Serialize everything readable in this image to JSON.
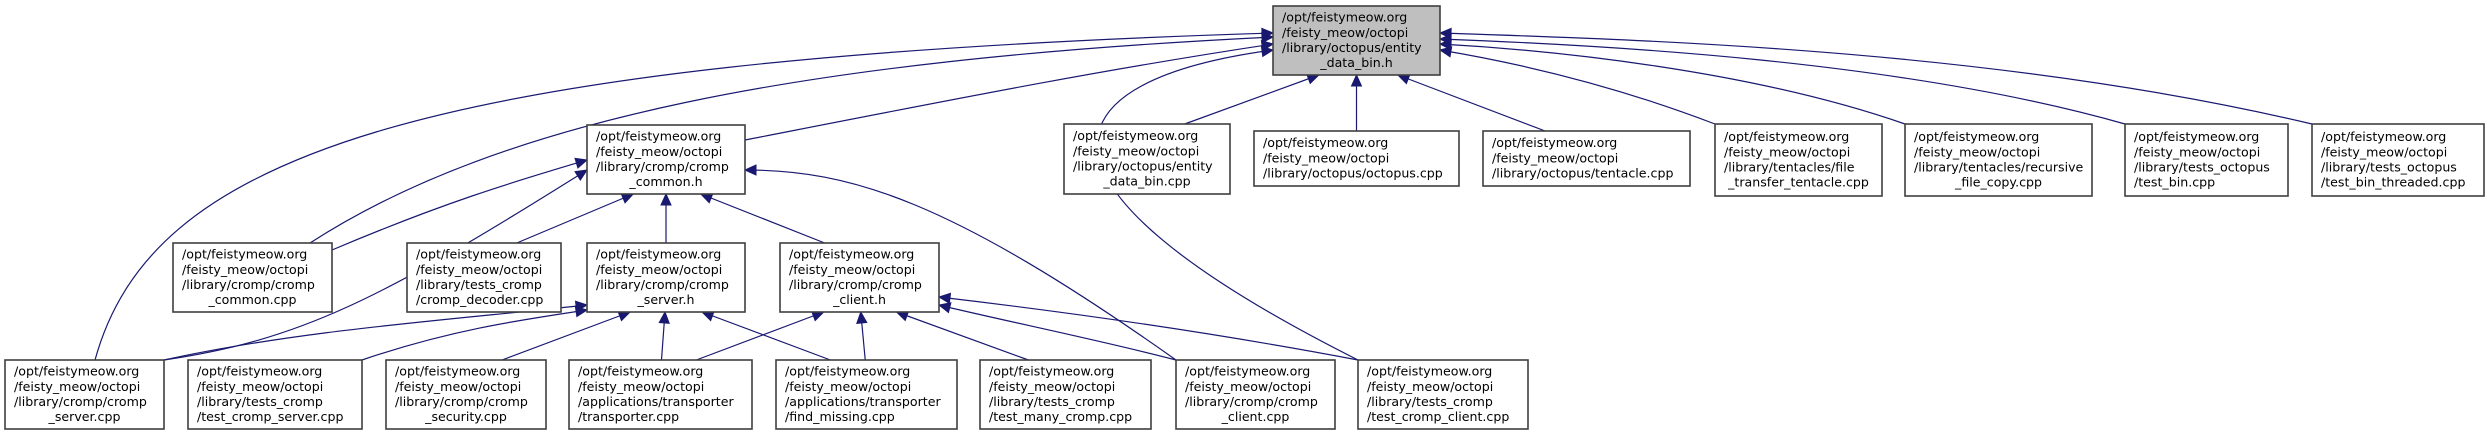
{
  "graph": {
    "title": "Include dependency graph (included by) for entity_data_bin.h",
    "colors": {
      "edge": "#191970",
      "root_fill": "#bfbfbf",
      "node_fill": "#ffffff",
      "border": "#3f3f3f"
    },
    "nodes": [
      {
        "id": "root",
        "lines": [
          "/opt/feistymeow.org",
          "/feisty_meow/octopi",
          "/library/octopus/entity",
          "_data_bin.h"
        ],
        "root": true
      },
      {
        "id": "cromp_common_h",
        "lines": [
          "/opt/feistymeow.org",
          "/feisty_meow/octopi",
          "/library/cromp/cromp",
          "_common.h"
        ]
      },
      {
        "id": "entity_data_bin_cpp",
        "lines": [
          "/opt/feistymeow.org",
          "/feisty_meow/octopi",
          "/library/octopus/entity",
          "_data_bin.cpp"
        ]
      },
      {
        "id": "octopus_cpp",
        "lines": [
          "/opt/feistymeow.org",
          "/feisty_meow/octopi",
          "/library/octopus/octopus.cpp"
        ]
      },
      {
        "id": "tentacle_cpp",
        "lines": [
          "/opt/feistymeow.org",
          "/feisty_meow/octopi",
          "/library/octopus/tentacle.cpp"
        ]
      },
      {
        "id": "file_transfer_tentacle_cpp",
        "lines": [
          "/opt/feistymeow.org",
          "/feisty_meow/octopi",
          "/library/tentacles/file",
          "_transfer_tentacle.cpp"
        ]
      },
      {
        "id": "recursive_file_copy_cpp",
        "lines": [
          "/opt/feistymeow.org",
          "/feisty_meow/octopi",
          "/library/tentacles/recursive",
          "_file_copy.cpp"
        ]
      },
      {
        "id": "test_bin_cpp",
        "lines": [
          "/opt/feistymeow.org",
          "/feisty_meow/octopi",
          "/library/tests_octopus",
          "/test_bin.cpp"
        ]
      },
      {
        "id": "test_bin_threaded_cpp",
        "lines": [
          "/opt/feistymeow.org",
          "/feisty_meow/octopi",
          "/library/tests_octopus",
          "/test_bin_threaded.cpp"
        ]
      },
      {
        "id": "cromp_common_cpp",
        "lines": [
          "/opt/feistymeow.org",
          "/feisty_meow/octopi",
          "/library/cromp/cromp",
          "_common.cpp"
        ]
      },
      {
        "id": "cromp_decoder_cpp",
        "lines": [
          "/opt/feistymeow.org",
          "/feisty_meow/octopi",
          "/library/tests_cromp",
          "/cromp_decoder.cpp"
        ]
      },
      {
        "id": "cromp_server_h",
        "lines": [
          "/opt/feistymeow.org",
          "/feisty_meow/octopi",
          "/library/cromp/cromp",
          "_server.h"
        ]
      },
      {
        "id": "cromp_client_h",
        "lines": [
          "/opt/feistymeow.org",
          "/feisty_meow/octopi",
          "/library/cromp/cromp",
          "_client.h"
        ]
      },
      {
        "id": "cromp_server_cpp",
        "lines": [
          "/opt/feistymeow.org",
          "/feisty_meow/octopi",
          "/library/cromp/cromp",
          "_server.cpp"
        ]
      },
      {
        "id": "test_cromp_server_cpp",
        "lines": [
          "/opt/feistymeow.org",
          "/feisty_meow/octopi",
          "/library/tests_cromp",
          "/test_cromp_server.cpp"
        ]
      },
      {
        "id": "cromp_security_cpp",
        "lines": [
          "/opt/feistymeow.org",
          "/feisty_meow/octopi",
          "/library/cromp/cromp",
          "_security.cpp"
        ]
      },
      {
        "id": "transporter_cpp",
        "lines": [
          "/opt/feistymeow.org",
          "/feisty_meow/octopi",
          "/applications/transporter",
          "/transporter.cpp"
        ]
      },
      {
        "id": "find_missing_cpp",
        "lines": [
          "/opt/feistymeow.org",
          "/feisty_meow/octopi",
          "/applications/transporter",
          "/find_missing.cpp"
        ]
      },
      {
        "id": "test_many_cromp_cpp",
        "lines": [
          "/opt/feistymeow.org",
          "/feisty_meow/octopi",
          "/library/tests_cromp",
          "/test_many_cromp.cpp"
        ]
      },
      {
        "id": "cromp_client_cpp",
        "lines": [
          "/opt/feistymeow.org",
          "/feisty_meow/octopi",
          "/library/cromp/cromp",
          "_client.cpp"
        ]
      },
      {
        "id": "test_cromp_client_cpp",
        "lines": [
          "/opt/feistymeow.org",
          "/feisty_meow/octopi",
          "/library/tests_cromp",
          "/test_cromp_client.cpp"
        ]
      }
    ],
    "edges": [
      {
        "from": "cromp_common_h",
        "to": "root"
      },
      {
        "from": "entity_data_bin_cpp",
        "to": "root"
      },
      {
        "from": "octopus_cpp",
        "to": "root"
      },
      {
        "from": "tentacle_cpp",
        "to": "root"
      },
      {
        "from": "file_transfer_tentacle_cpp",
        "to": "root"
      },
      {
        "from": "recursive_file_copy_cpp",
        "to": "root"
      },
      {
        "from": "test_bin_cpp",
        "to": "root"
      },
      {
        "from": "test_bin_threaded_cpp",
        "to": "root"
      },
      {
        "from": "cromp_common_cpp",
        "to": "root"
      },
      {
        "from": "cromp_server_cpp",
        "to": "root"
      },
      {
        "from": "test_cromp_client_cpp",
        "to": "root"
      },
      {
        "from": "cromp_common_cpp",
        "to": "cromp_common_h"
      },
      {
        "from": "cromp_decoder_cpp",
        "to": "cromp_common_h"
      },
      {
        "from": "cromp_server_h",
        "to": "cromp_common_h"
      },
      {
        "from": "cromp_client_h",
        "to": "cromp_common_h"
      },
      {
        "from": "cromp_server_cpp",
        "to": "cromp_common_h"
      },
      {
        "from": "cromp_client_cpp",
        "to": "cromp_common_h"
      },
      {
        "from": "cromp_server_cpp",
        "to": "cromp_server_h"
      },
      {
        "from": "test_cromp_server_cpp",
        "to": "cromp_server_h"
      },
      {
        "from": "cromp_security_cpp",
        "to": "cromp_server_h"
      },
      {
        "from": "transporter_cpp",
        "to": "cromp_server_h"
      },
      {
        "from": "find_missing_cpp",
        "to": "cromp_server_h"
      },
      {
        "from": "transporter_cpp",
        "to": "cromp_client_h"
      },
      {
        "from": "find_missing_cpp",
        "to": "cromp_client_h"
      },
      {
        "from": "test_many_cromp_cpp",
        "to": "cromp_client_h"
      },
      {
        "from": "cromp_client_cpp",
        "to": "cromp_client_h"
      },
      {
        "from": "test_cromp_client_cpp",
        "to": "cromp_client_h"
      }
    ]
  }
}
